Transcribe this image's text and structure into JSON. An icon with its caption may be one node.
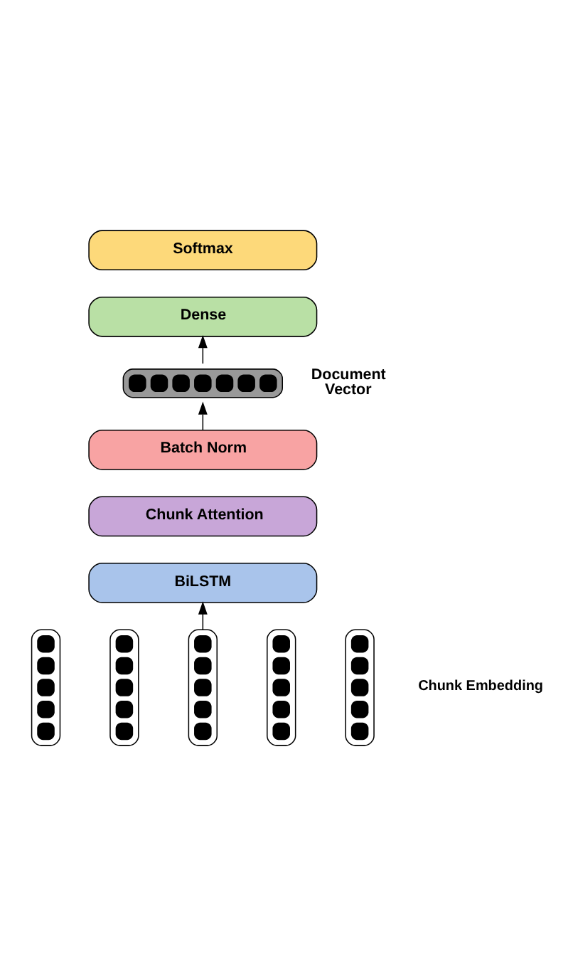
{
  "diagram": {
    "nodes": [
      {
        "text": [
          "Softmax"
        ]
      },
      {
        "text": [
          "Dense"
        ]
      },
      {
        "text": [],
        "shape": "bar",
        "beside": [
          "Document Vector"
        ]
      },
      {
        "text": [
          "Batch Norm"
        ]
      },
      {
        "text": [
          "Chunk Attention"
        ]
      },
      {
        "text": [
          "BiLSTM"
        ]
      },
      {
        "text": [],
        "shape": "bar"
      },
      {
        "text": [],
        "shape": "bar"
      },
      {
        "text": [],
        "shape": "bar"
      },
      {
        "text": [],
        "shape": "bar"
      },
      {
        "text": [],
        "shape": "bar"
      }
    ],
    "edges": [
      {
        "from": 2,
        "to": 1,
        "arrow": "to"
      },
      {
        "from": 3,
        "to": 2,
        "arrow": "to"
      },
      {
        "from": 8,
        "to": 5,
        "arrow": "to"
      }
    ],
    "labels": [
      "Chunk Embedding"
    ]
  }
}
